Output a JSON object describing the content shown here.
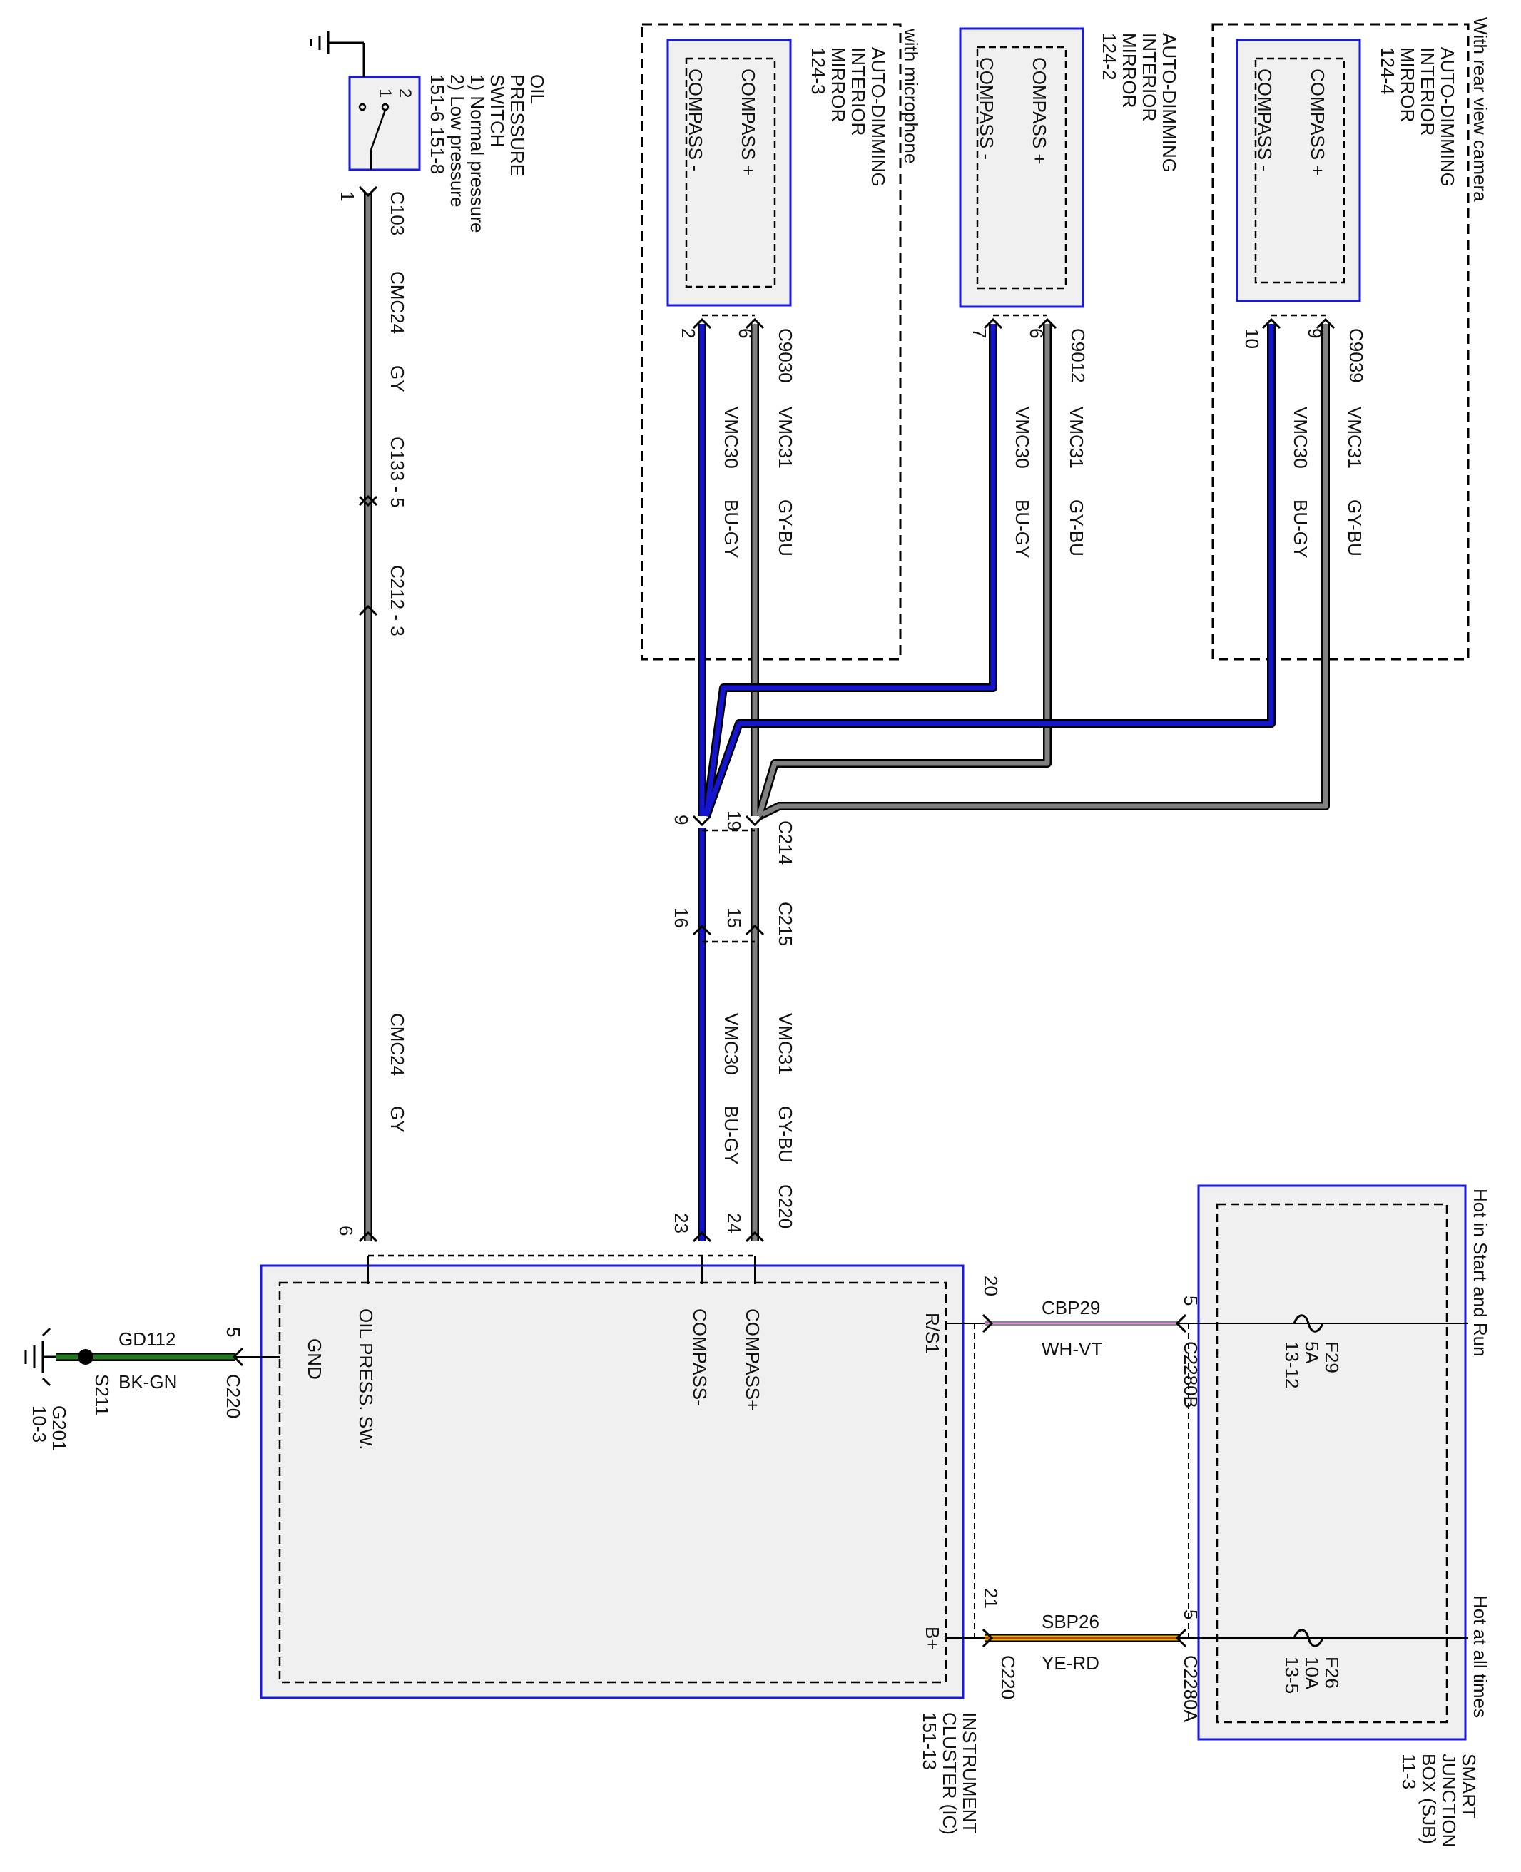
{
  "colors": {
    "module_border": "#1a1adc",
    "module_fill": "#f0f0f0",
    "wire_gray": "#808080",
    "wire_blue": "#1515d0",
    "wire_green": "#1f7a1f",
    "wire_white_violet": "#e58be8",
    "wire_yellow_red": "#e0b800"
  },
  "top": {
    "with_microphone": "with microphone",
    "with_rear_view_camera": "With rear view camera",
    "oil_switch_name": "OIL PRESSURE SWITCH",
    "oil_switch_line1": "OIL",
    "oil_switch_line2": "PRESSURE",
    "oil_switch_line3": "SWITCH",
    "oil_switch_line4": "1) Normal pressure",
    "oil_switch_line5": "2) Low pressure",
    "oil_switch_line6": "151-6   151-8",
    "oil_pin1": "1",
    "oil_pin2": "2",
    "oil_conn_pin": "1",
    "oil_conn": "C103",
    "mirror_line1": "AUTO-DIMMING",
    "mirror_line2": "INTERIOR",
    "mirror_line3": "MIRROR",
    "mirror1_ref": "124-3",
    "mirror2_ref": "124-2",
    "mirror3_ref": "124-4",
    "compass_plus": "COMPASS +",
    "compass_minus": "COMPASS -",
    "m1_conn": "C9030",
    "m2_conn": "C9012",
    "m3_conn": "C9039",
    "m1_pin_minus": "2",
    "m1_pin_plus": "6",
    "m2_pin_minus": "7",
    "m2_pin_plus": "6",
    "m3_pin_minus": "10",
    "m3_pin_plus": "9"
  },
  "wires": {
    "cmc24": "CMC24",
    "gy": "GY",
    "c133": "C133 - 5",
    "c212": "C212 - 3",
    "vmc30": "VMC30",
    "vmc31": "VMC31",
    "bu_gy": "BU-GY",
    "gy_bu": "GY-BU",
    "c214": "C214",
    "c215": "C215",
    "c220": "C220",
    "p9": "9",
    "p19": "19",
    "p16": "16",
    "p15": "15",
    "p23": "23",
    "p24": "24",
    "p6": "6"
  },
  "cluster": {
    "name_line1": "INSTRUMENT",
    "name_line2": "CLUSTER (IC)",
    "ref": "151-13",
    "oil_press_sw": "OIL PRESS. SW.",
    "compass_minus": "COMPASS-",
    "compass_plus": "COMPASS+",
    "gnd": "GND",
    "rs1": "R/S1",
    "bplus": "B+"
  },
  "ground": {
    "pin": "5",
    "conn": "C220",
    "wire": "GD112",
    "color": "BK-GN",
    "splice": "S211",
    "ground": "G201",
    "ground_ref": "10-3"
  },
  "sjb": {
    "name_line1": "SMART",
    "name_line2": "JUNCTION",
    "name_line3": "BOX (SJB)",
    "ref": "11-3",
    "hot_start_run": "Hot in Start and Run",
    "hot_all": "Hot at all times",
    "f29": "F29",
    "f29_amp": "5A",
    "f29_ref": "13-12",
    "f26": "F26",
    "f26_amp": "10A",
    "f26_ref": "13-5"
  },
  "power": {
    "cbp29": "CBP29",
    "wh_vt": "WH-VT",
    "sbp26": "SBP26",
    "ye_rd": "YE-RD",
    "pin20": "20",
    "pin21": "21",
    "pin5a": "5",
    "pin5b": "5",
    "c2280b": "C2280B",
    "c2280a": "C2280A",
    "c220": "C220"
  }
}
